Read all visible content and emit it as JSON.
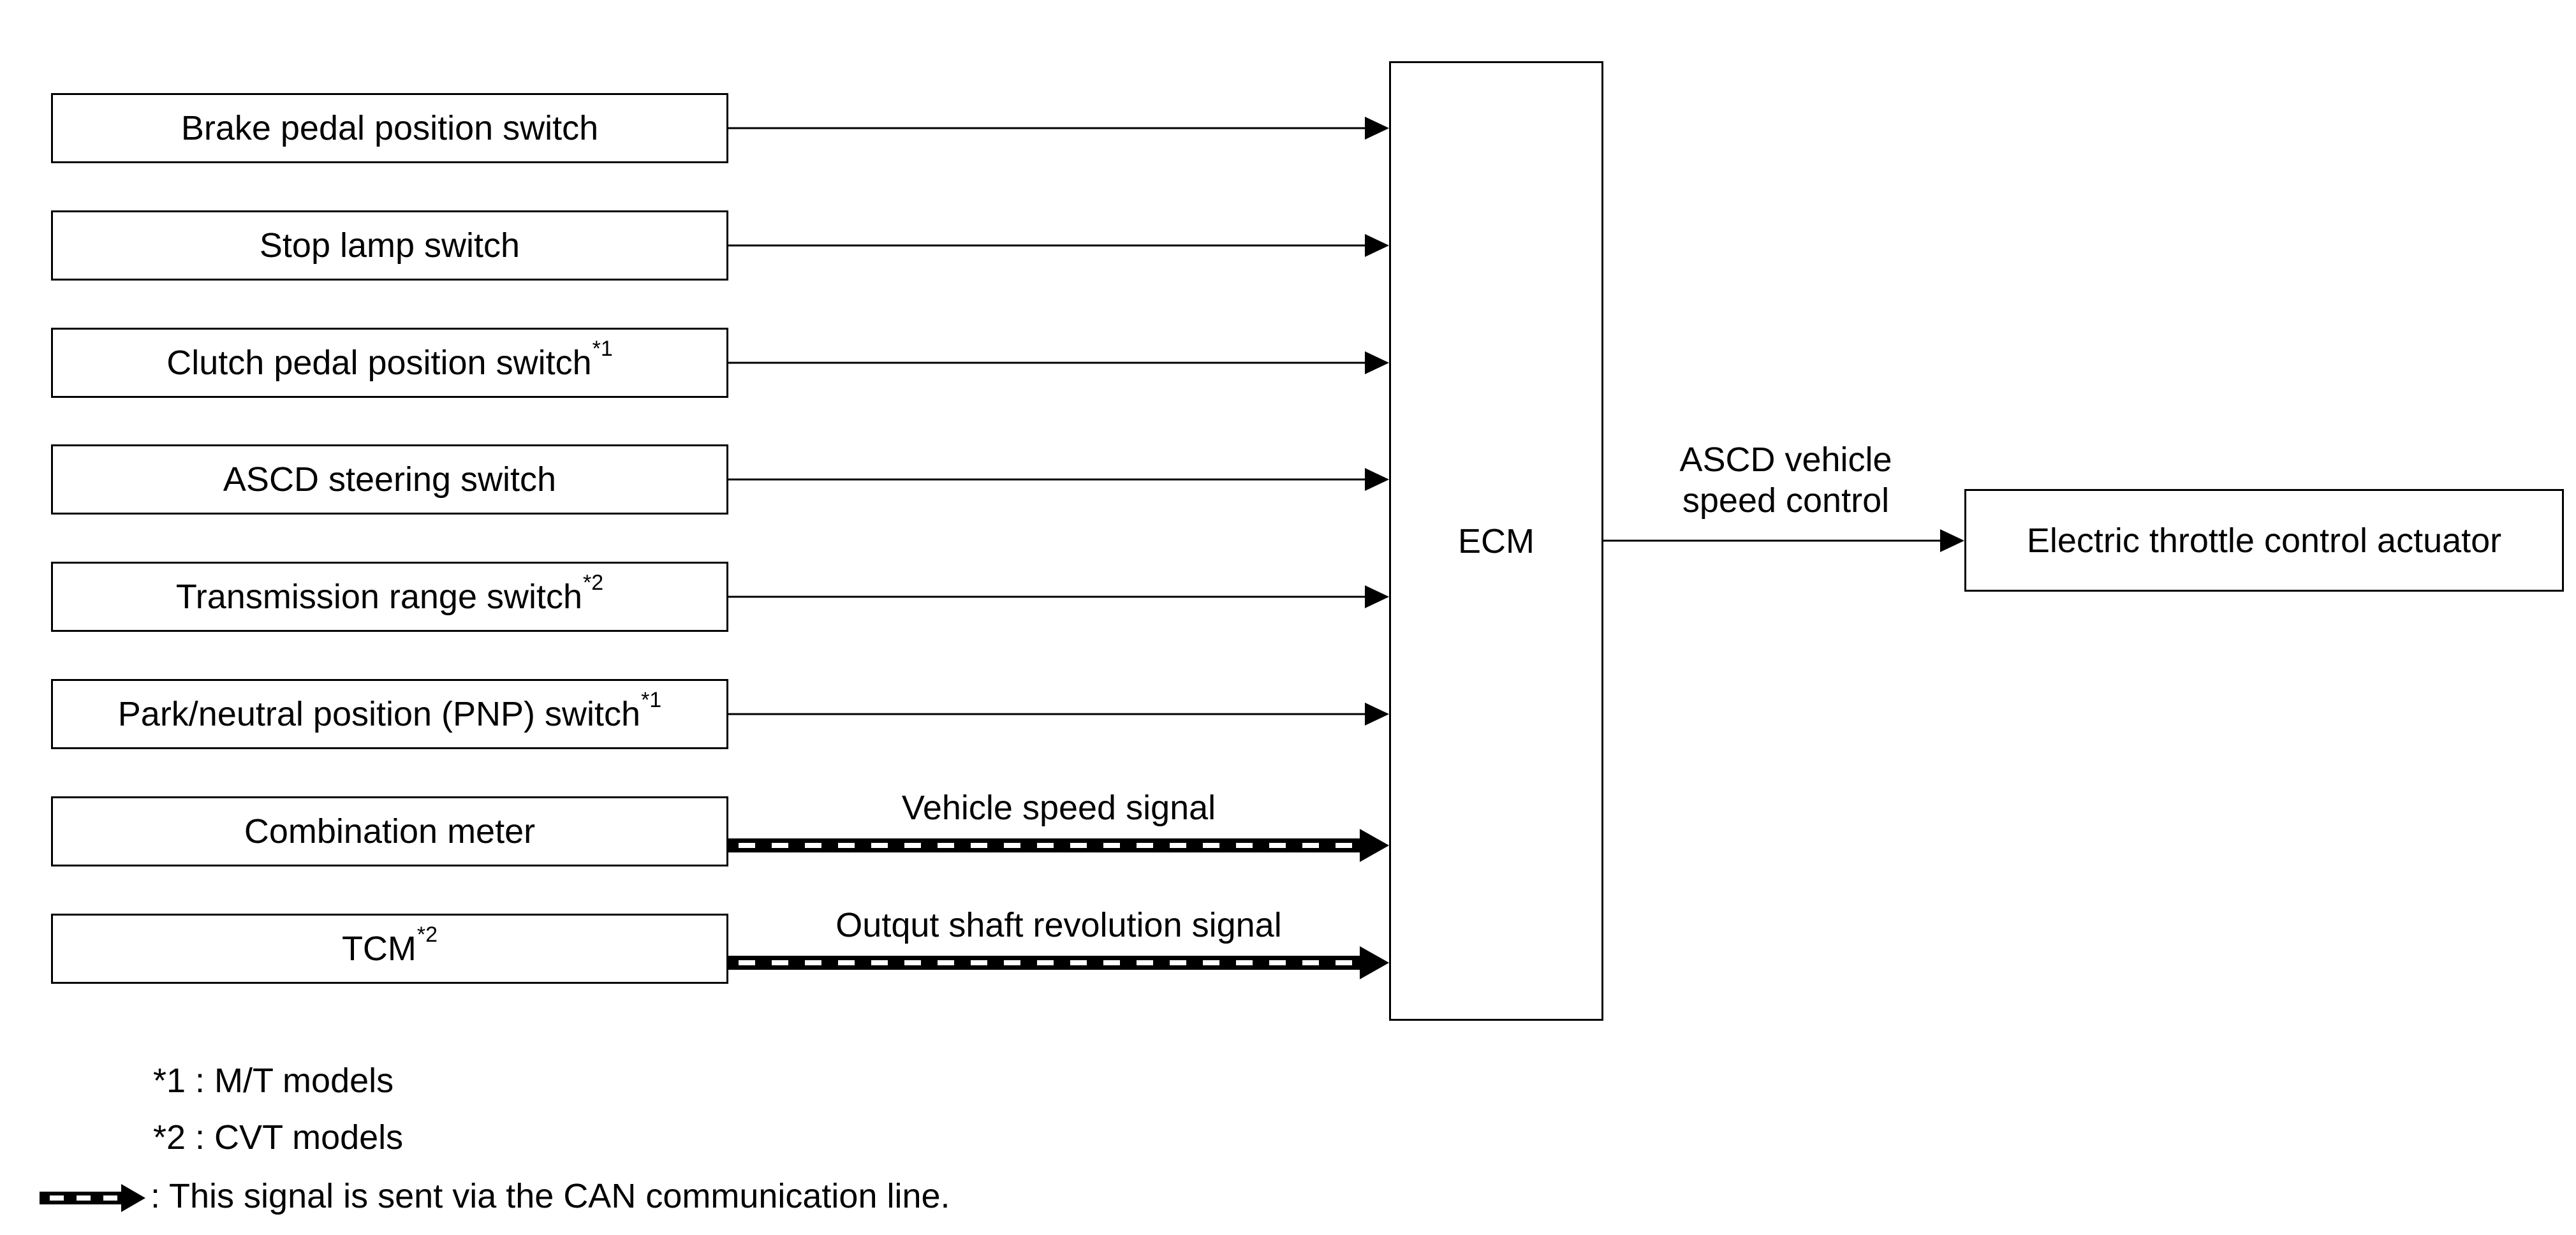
{
  "inputs": [
    {
      "label": "Brake pedal position switch",
      "note": "",
      "signal": "",
      "can": false
    },
    {
      "label": "Stop lamp switch",
      "note": "",
      "signal": "",
      "can": false
    },
    {
      "label": "Clutch pedal position switch",
      "note": "*1",
      "signal": "",
      "can": false
    },
    {
      "label": "ASCD steering switch",
      "note": "",
      "signal": "",
      "can": false
    },
    {
      "label": "Transmission range switch",
      "note": "*2",
      "signal": "",
      "can": false
    },
    {
      "label": "Park/neutral position (PNP) switch",
      "note": "*1",
      "signal": "",
      "can": false
    },
    {
      "label": "Combination meter",
      "note": "",
      "signal": "Vehicle speed signal",
      "can": true
    },
    {
      "label": "TCM",
      "note": "*2",
      "signal": "Outqut shaft revolution signal",
      "can": true
    }
  ],
  "ecm": {
    "label": "ECM"
  },
  "output": {
    "signal_line1": "ASCD vehicle",
    "signal_line2": "speed control",
    "label": "Electric throttle control actuator"
  },
  "legend": {
    "note1": "*1 : M/T models",
    "note2": "*2 : CVT models",
    "can_text": ": This signal is sent via the CAN communication line."
  }
}
